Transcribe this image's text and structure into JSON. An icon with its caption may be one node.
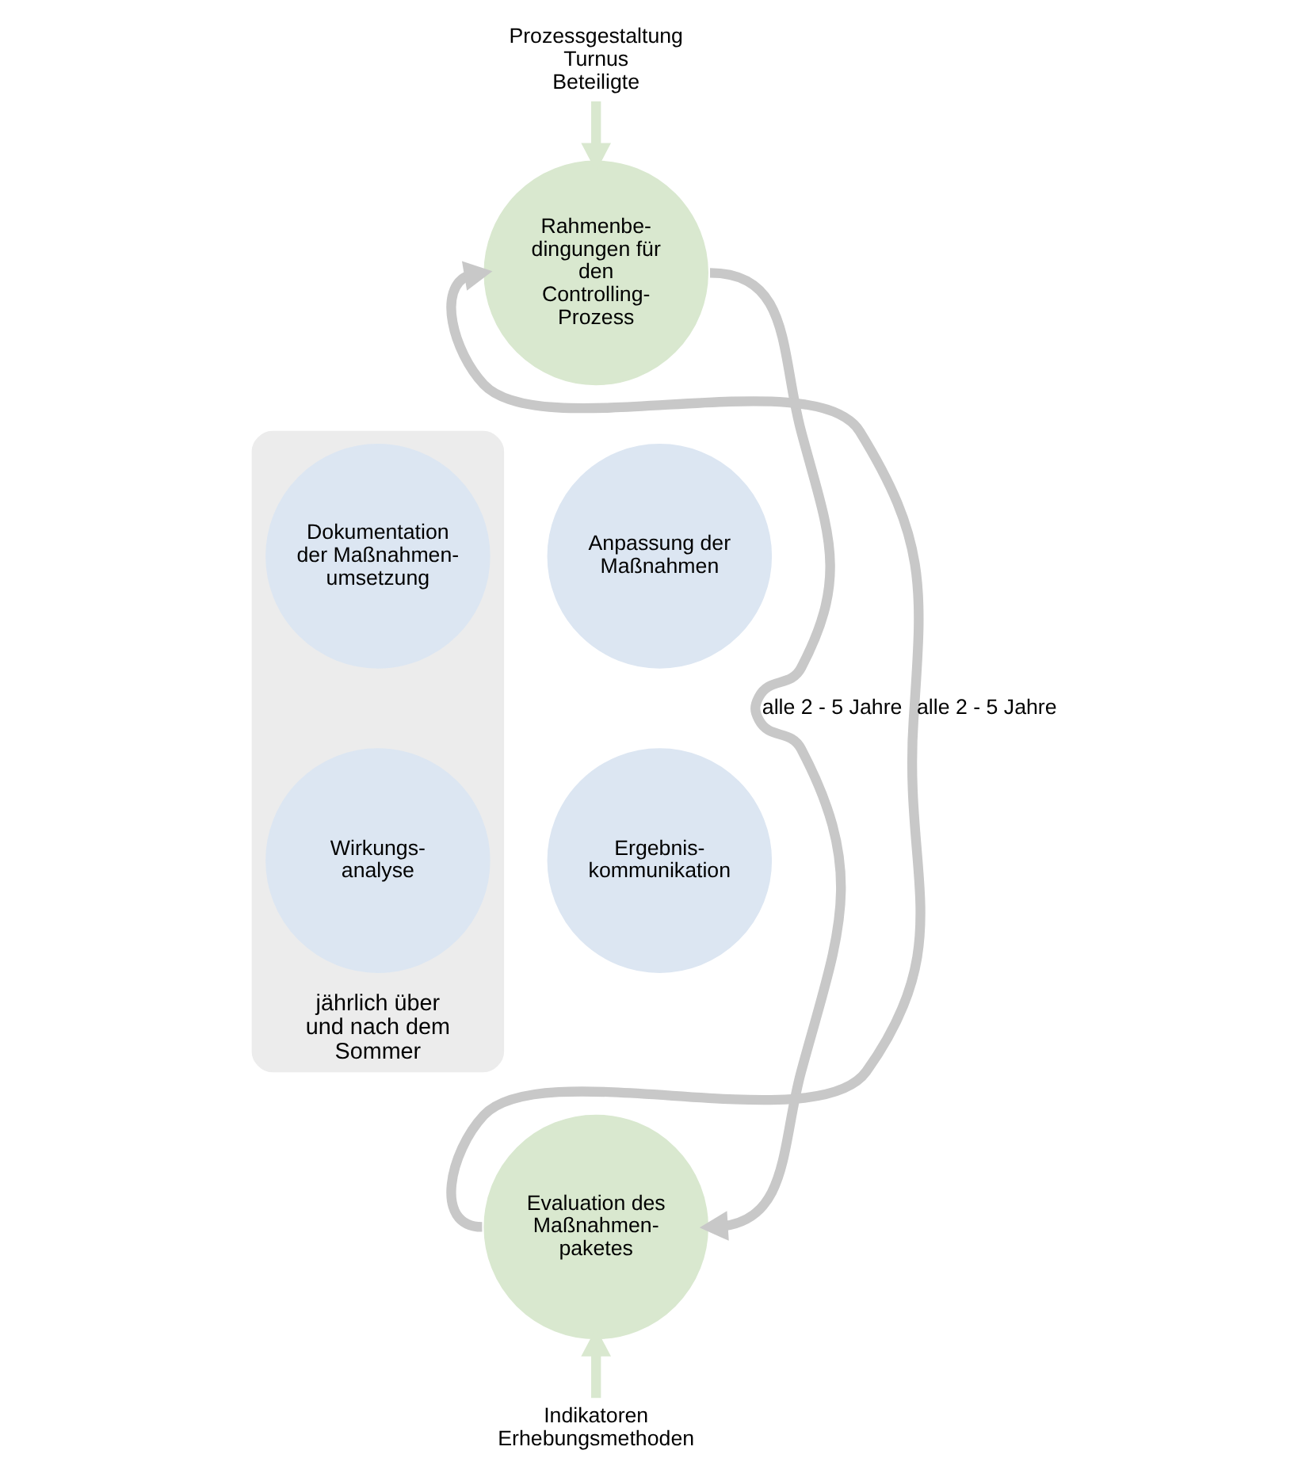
{
  "diagram": {
    "nodes": [
      {
        "text": [
          "Prozessgestaltung Turnus Beteiligte"
        ]
      },
      {
        "text": [
          "Rahmenbe- dingungen für den Controlling- Prozess"
        ]
      },
      {
        "text": [
          "jährlich über und nach dem Sommer"
        ]
      },
      {
        "text": [
          "Dokumentation der Maßnahmen- umsetzung"
        ],
        "in": 2
      },
      {
        "text": [
          "Wirkungs- analyse"
        ],
        "in": 2
      },
      {
        "text": [
          "Evaluation des Maßnahmen- paketes"
        ]
      },
      {
        "text": [
          "Ergebnis- kommunikation"
        ]
      },
      {
        "text": [
          "Anpassung der Maßnahmen"
        ]
      },
      {
        "text": [
          "Indikatoren Erhebungsmethoden"
        ]
      }
    ],
    "edges": [
      {
        "from": 0,
        "to": 1,
        "arrow": "to",
        "color": "#d9e8cf"
      },
      {
        "from": 1,
        "to": 5,
        "arrow": "to",
        "label": "alle 2 - 5 Jahre",
        "color": "#c8c8c8"
      },
      {
        "from": 5,
        "to": 1,
        "arrow": "to",
        "label": "alle 2 - 5 Jahre",
        "color": "#c8c8c8"
      },
      {
        "from": 8,
        "to": 5,
        "arrow": "to",
        "color": "#d9e8cf"
      }
    ]
  }
}
